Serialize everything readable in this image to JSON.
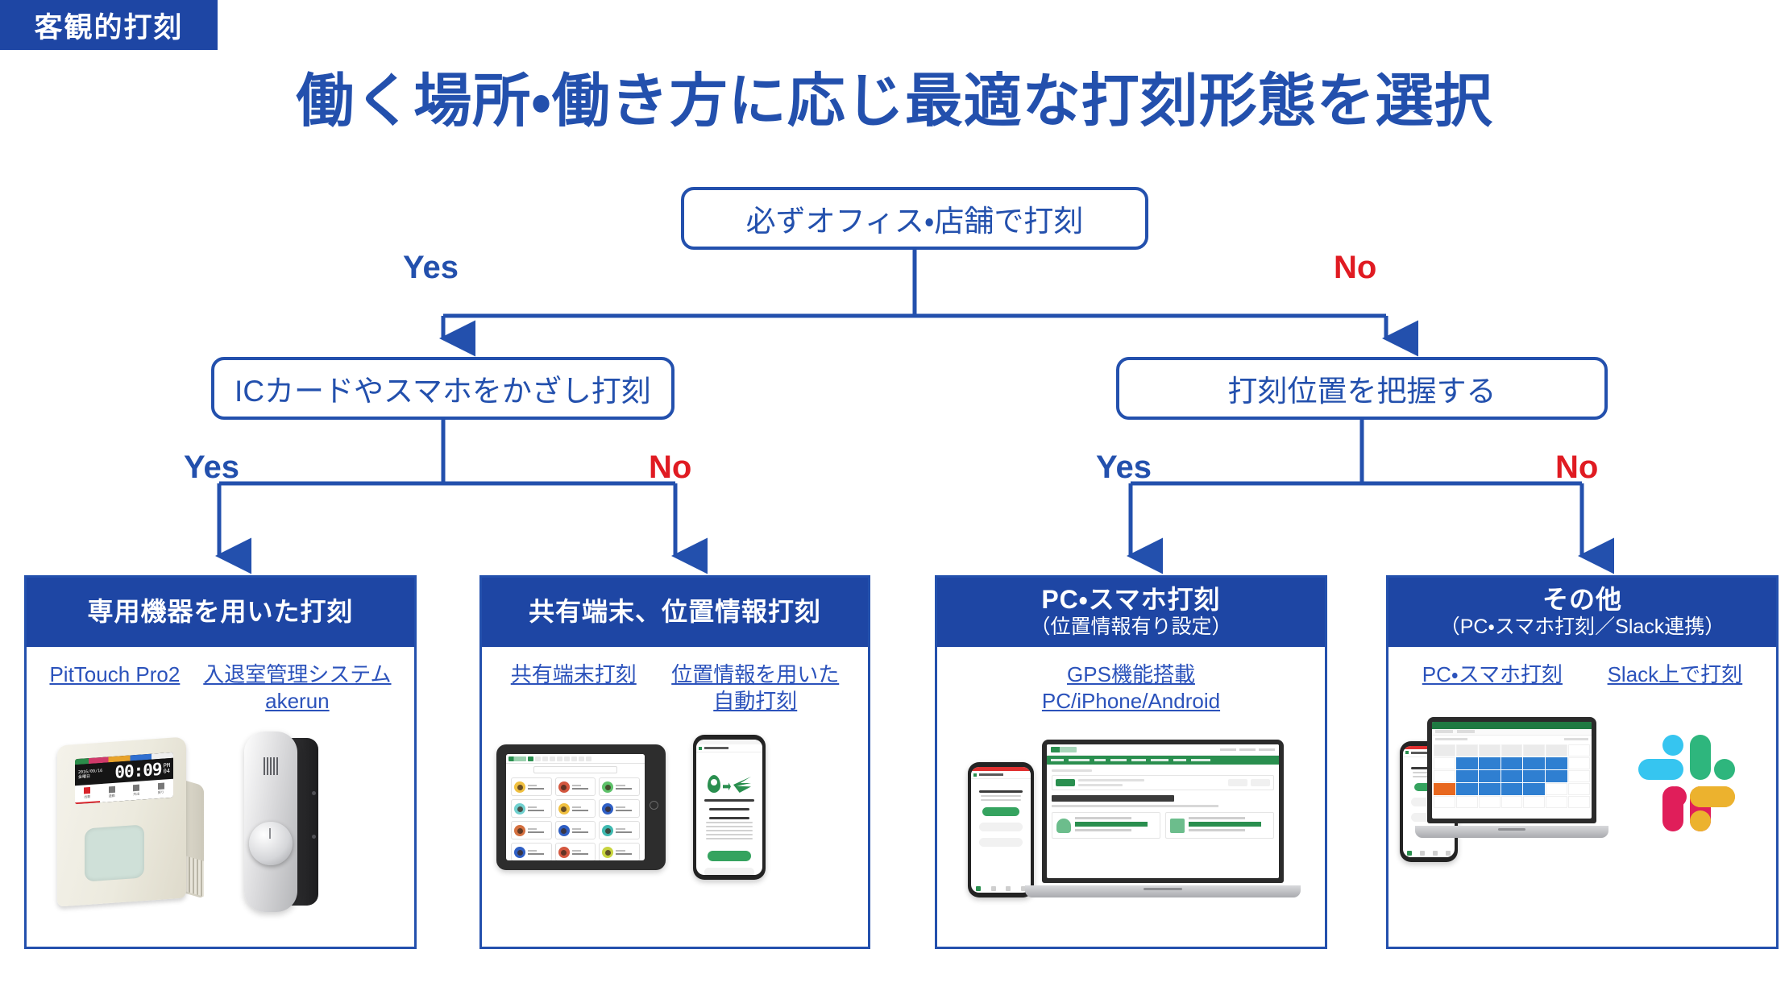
{
  "header": {
    "badge": "客観的打刻",
    "title": "働く場所・働き方に応じ最適な打刻形態を選択"
  },
  "colors": {
    "brand_blue": "#1e46a4",
    "node_blue": "#2350ad",
    "link_blue": "#2b52bb",
    "no_red": "#e01b22",
    "white": "#ffffff"
  },
  "tree": {
    "root": {
      "label": "必ずオフィス・店舗で打刻"
    },
    "level2": [
      {
        "label": "ICカードやスマホをかざし打刻",
        "branch": "Yes"
      },
      {
        "label": "打刻位置を把握する",
        "branch": "No"
      }
    ],
    "branch_labels": {
      "root_yes": "Yes",
      "root_no": "No",
      "left_yes": "Yes",
      "left_no": "No",
      "right_yes": "Yes",
      "right_no": "No"
    }
  },
  "cards": [
    {
      "title": "専用機器を用いた打刻",
      "subtitle": "",
      "links": [
        "PitTouch Pro2",
        "入退室管理システム\nakerun"
      ],
      "link1": "PitTouch Pro2",
      "link2": "入退室管理システム akerun",
      "devices": [
        "pittouch-pro2-terminal",
        "akerun-smart-lock"
      ]
    },
    {
      "title": "共有端末、位置情報打刻",
      "subtitle": "",
      "links": [
        "共有端末打刻",
        "位置情報を用いた\n自動打刻"
      ],
      "link1": "共有端末打刻",
      "link2": "位置情報を用いた 自動打刻",
      "devices": [
        "tablet-shared-terminal",
        "smartphone-gps-app"
      ]
    },
    {
      "title": "PC・スマホ打刻",
      "subtitle": "（位置情報有り設定）",
      "links": [
        "GPS機能搭載\nPC/iPhone/Android"
      ],
      "link1": "GPS機能搭載 PC/iPhone/Android",
      "link2": "",
      "devices": [
        "smartphone-attendance",
        "laptop-hr-dashboard"
      ]
    },
    {
      "title": "その他",
      "subtitle": "（PC・スマホ打刻／Slack連携）",
      "links": [
        "PC・スマホ打刻",
        "Slack上で打刻"
      ],
      "link1": "PC・スマホ打刻",
      "link2": "Slack上で打刻",
      "devices": [
        "smartphone-attendance",
        "laptop-calendar",
        "slack-logo"
      ]
    }
  ],
  "card_link_lines": {
    "c0_l1": "PitTouch Pro2",
    "c0_l2a": "入退室管理システム",
    "c0_l2b": "akerun",
    "c1_l1": "共有端末打刻",
    "c1_l2a": "位置情報を用いた",
    "c1_l2b": "自動打刻",
    "c2_l1a": "GPS機能搭載",
    "c2_l1b": "PC/iPhone/Android",
    "c3_l1": "PC・スマホ打刻",
    "c3_l2": "Slack上で打刻"
  },
  "device_details": {
    "pittouch_screen": {
      "date": "2016/09/16",
      "weekday": "金曜日",
      "time": "00:09",
      "ampm": "PM",
      "ampm2": "04",
      "tabs": [
        "出勤",
        "退勤",
        "外出",
        "戻り"
      ]
    },
    "slack_logo_colors": [
      "#36C5F0",
      "#2EB67D",
      "#E01E5A",
      "#ECB22E"
    ]
  }
}
